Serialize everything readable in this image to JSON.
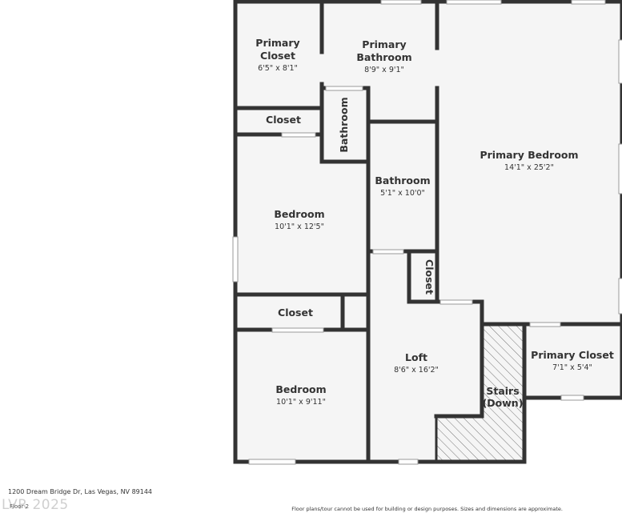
{
  "rooms": {
    "primary_closet_top": {
      "name_line1": "Primary",
      "name_line2": "Closet",
      "dims": "6'5\" x 8'1\""
    },
    "primary_bathroom": {
      "name_line1": "Primary",
      "name_line2": "Bathroom",
      "dims": "8'9\" x 9'1\""
    },
    "primary_bedroom": {
      "name": "Primary Bedroom",
      "dims": "14'1\" x 25'2\""
    },
    "closet_a": {
      "name": "Closet"
    },
    "bathroom_small": {
      "name": "Bathroom"
    },
    "bathroom": {
      "name": "Bathroom",
      "dims": "5'1\" x 10'0\""
    },
    "bedroom_1": {
      "name": "Bedroom",
      "dims": "10'1\" x 12'5\""
    },
    "closet_b": {
      "name": "Closet"
    },
    "closet_c": {
      "name": "Closet"
    },
    "loft": {
      "name": "Loft",
      "dims": "8'6\" x 16'2\""
    },
    "stairs": {
      "name_line1": "Stairs",
      "name_line2": "(Down)"
    },
    "primary_closet_bottom": {
      "name": "Primary Closet",
      "dims": "7'1\" x 5'4\""
    },
    "bedroom_2": {
      "name": "Bedroom",
      "dims": "10'1\" x 9'11\""
    }
  },
  "footer": {
    "address": "1200 Dream Bridge Dr, Las Vegas, NV 89144",
    "watermark": "LVR 2025",
    "page": "Floor 2",
    "disclaimer": "Floor plans/tour cannot be used for building or design purposes. Sizes and dimensions are approximate."
  },
  "colors": {
    "wall": "#333333",
    "floor": "#f5f5f5",
    "window": "#e8e8e8"
  }
}
